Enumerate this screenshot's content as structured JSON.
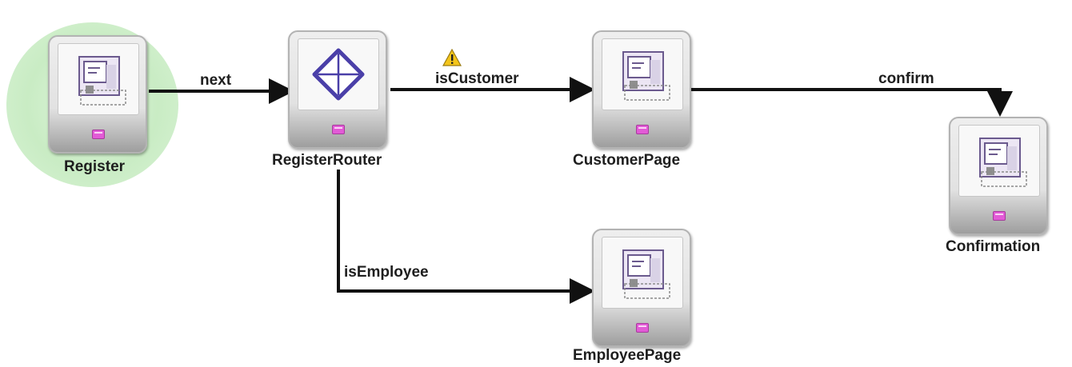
{
  "nodes": {
    "register": "Register",
    "router": "RegisterRouter",
    "customer": "CustomerPage",
    "confirmation": "Confirmation",
    "employee": "EmployeePage"
  },
  "edges": {
    "next": "next",
    "is_customer": "isCustomer",
    "confirm": "confirm",
    "is_employee": "isEmployee"
  },
  "icons": {
    "page": "page-icon",
    "router": "router-diamond-icon",
    "warning": "warning-icon",
    "tag": "page-tag-icon"
  },
  "colors": {
    "start_halo": "#c9ecc4",
    "tag": "#e25bd6",
    "router": "#4a3fa8",
    "warning": "#f4c51b"
  }
}
